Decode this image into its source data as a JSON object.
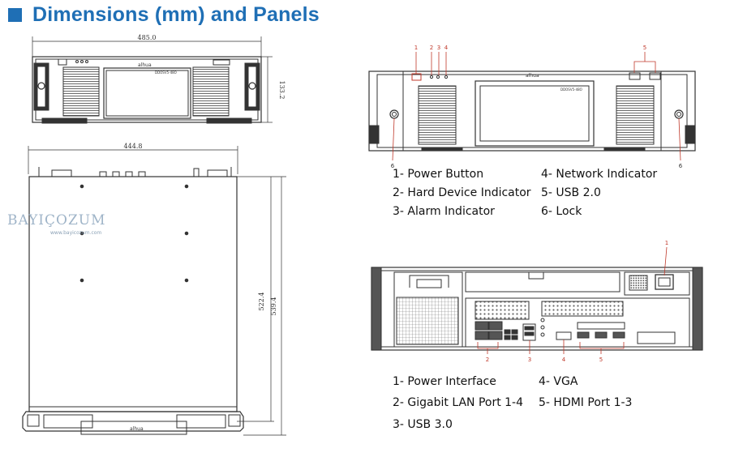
{
  "header": {
    "title": "Dimensions (mm) and Panels"
  },
  "dimensions": {
    "front_width": "485.0",
    "front_height": "133.2",
    "top_width": "444.8",
    "top_depth_inner": "522.4",
    "top_depth_outer": "539.4"
  },
  "watermark": {
    "brand": "BAYIÇOZUM",
    "site": "www.bayicozum.com"
  },
  "front_panel": {
    "callouts": [
      "1",
      "2",
      "3",
      "4",
      "5",
      "6",
      "6"
    ],
    "legend": [
      "1- Power Button",
      "2- Hard Device Indicator",
      "3- Alarm Indicator",
      "4- Network Indicator",
      "5- USB 2.0",
      "6- Lock"
    ]
  },
  "rear_panel": {
    "callouts": [
      "1",
      "2",
      "3",
      "4",
      "5"
    ],
    "legend": [
      "1- Power Interface",
      "2- Gigabit LAN Port 1-4",
      "3- USB 3.0",
      "4- VGA",
      "5- HDMI Port 1-3"
    ]
  },
  "colors": {
    "accent": "#1f6fb5",
    "callout": "#c0392b",
    "line": "#333333"
  }
}
